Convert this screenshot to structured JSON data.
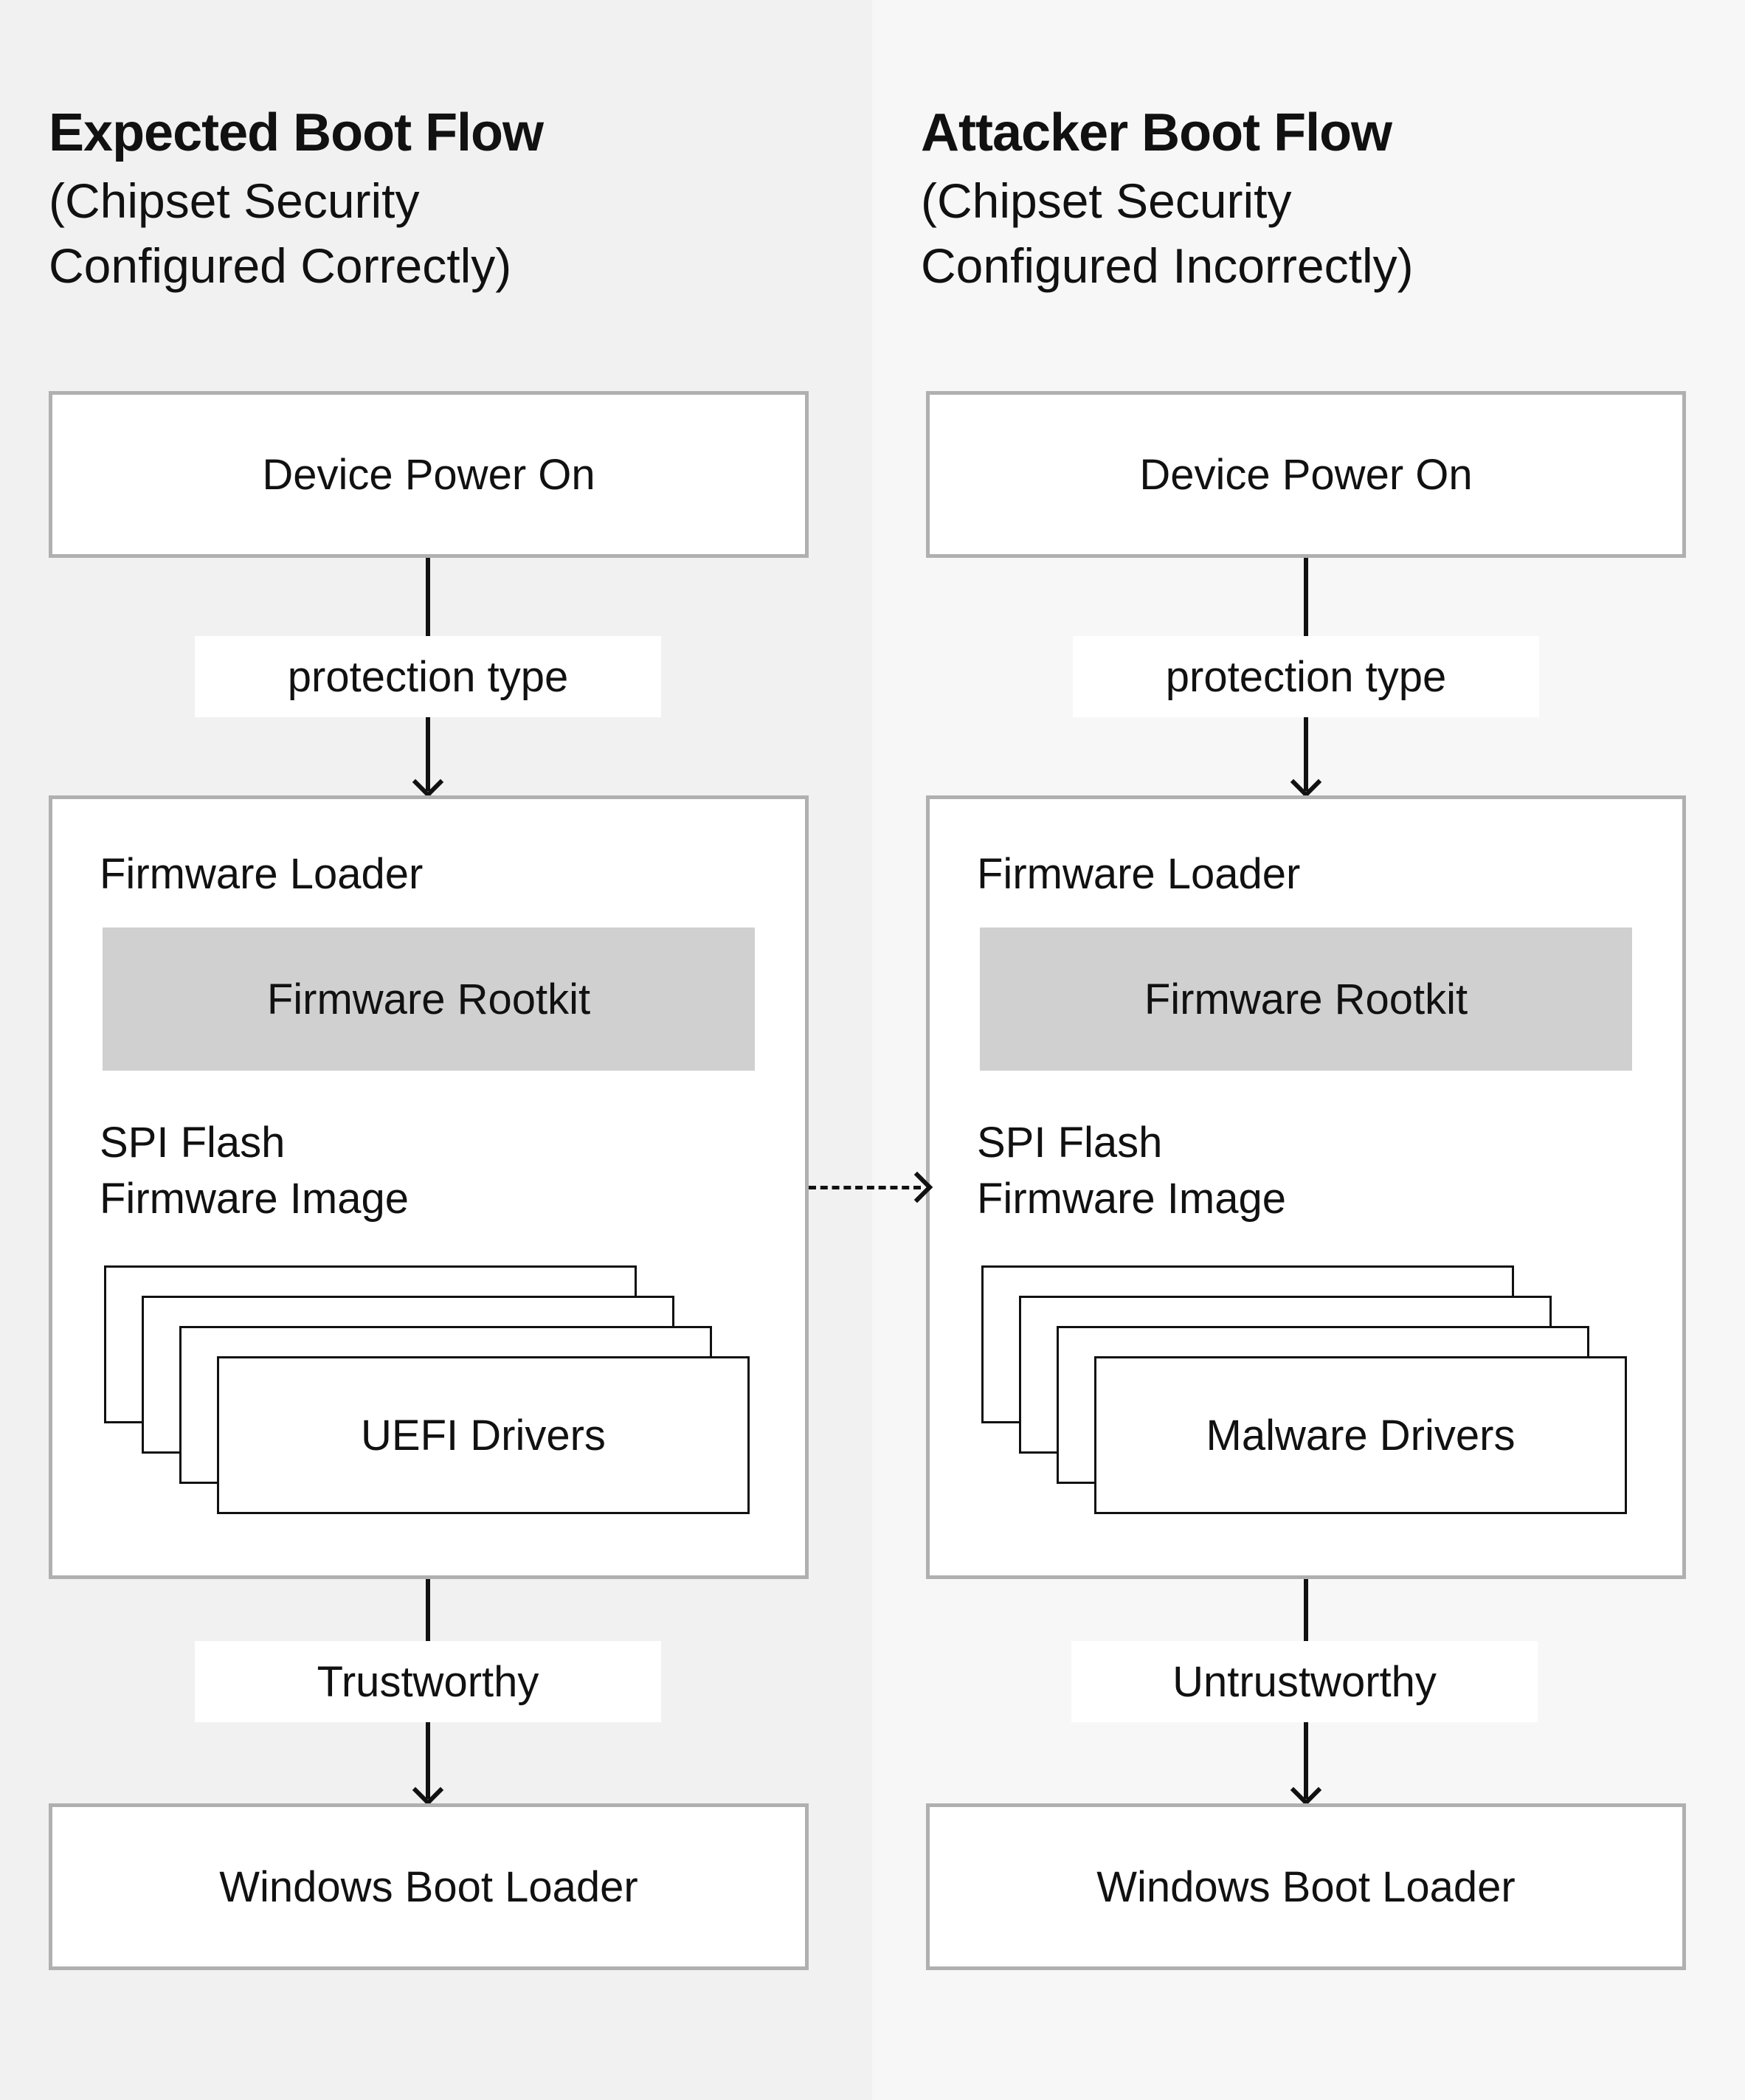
{
  "left": {
    "title": "Expected Boot Flow",
    "subtitle_line1": "(Chipset Security",
    "subtitle_line2": "Configured Correctly)",
    "power_on": "Device Power On",
    "edge_top": "protection type",
    "loader_title": "Firmware Loader",
    "rootkit": "Firmware Rootkit",
    "spi_line1": "SPI Flash",
    "spi_line2": "Firmware Image",
    "drivers": "UEFI Drivers",
    "edge_bottom": "Trustworthy",
    "boot_loader": "Windows Boot Loader"
  },
  "right": {
    "title": "Attacker Boot Flow",
    "subtitle_line1": "(Chipset Security",
    "subtitle_line2": "Configured Incorrectly)",
    "power_on": "Device Power On",
    "edge_top": "protection type",
    "loader_title": "Firmware Loader",
    "rootkit": "Firmware Rootkit",
    "spi_line1": "SPI Flash",
    "spi_line2": "Firmware Image",
    "drivers": "Malware Drivers",
    "edge_bottom": "Untrustworthy",
    "boot_loader": "Windows Boot Loader"
  }
}
